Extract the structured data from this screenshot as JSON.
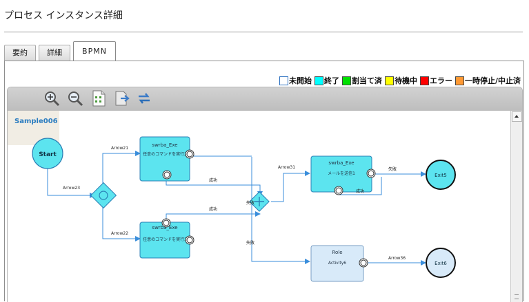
{
  "page": {
    "title": "プロセス インスタンス詳細"
  },
  "tabs": [
    {
      "label": "要約",
      "active": false
    },
    {
      "label": "詳細",
      "active": false
    },
    {
      "label": "BPMN",
      "active": true
    }
  ],
  "legend": [
    {
      "label": "未開始",
      "color": "#ffffff"
    },
    {
      "label": "終了",
      "color": "#00ffff"
    },
    {
      "label": "割当て済",
      "color": "#00e000"
    },
    {
      "label": "待機中",
      "color": "#ffff00"
    },
    {
      "label": "エラー",
      "color": "#ff0000"
    },
    {
      "label": "一時停止/中止済",
      "color": "#ff9933"
    }
  ],
  "toolbar": {
    "buttons": [
      "zoom-in-icon",
      "zoom-out-icon",
      "document-icon",
      "export-icon",
      "refresh-icon"
    ]
  },
  "diagram": {
    "name": "Sample006",
    "start": {
      "label": "Start"
    },
    "tasks": [
      {
        "title": "swrba_Exe",
        "subtitle": "任意のコマンドを実行2"
      },
      {
        "title": "swrba_Exe",
        "subtitle": "任意のコマンドを実行3"
      },
      {
        "title": "swrba_Exe",
        "subtitle": "メールを送信1"
      },
      {
        "title": "Role",
        "subtitle": "Activity6"
      }
    ],
    "ends": [
      {
        "label": "Exit5"
      },
      {
        "label": "Exit6"
      }
    ],
    "flow_labels": {
      "arrow21": "Arrow21",
      "arrow22": "Arrow22",
      "arrow23": "Arrow23",
      "arrow31": "Arrow31",
      "arrow36": "Arrow36",
      "success_top": "成功",
      "success_mid": "成功",
      "success_exit": "成功",
      "fail_gateway": "失敗",
      "fail_lower": "失敗",
      "fail_exit": "失敗"
    }
  },
  "colors": {
    "task_done": "#5ce4ef",
    "task_pending": "#d8eaf9",
    "flow": "#3a8edb"
  }
}
